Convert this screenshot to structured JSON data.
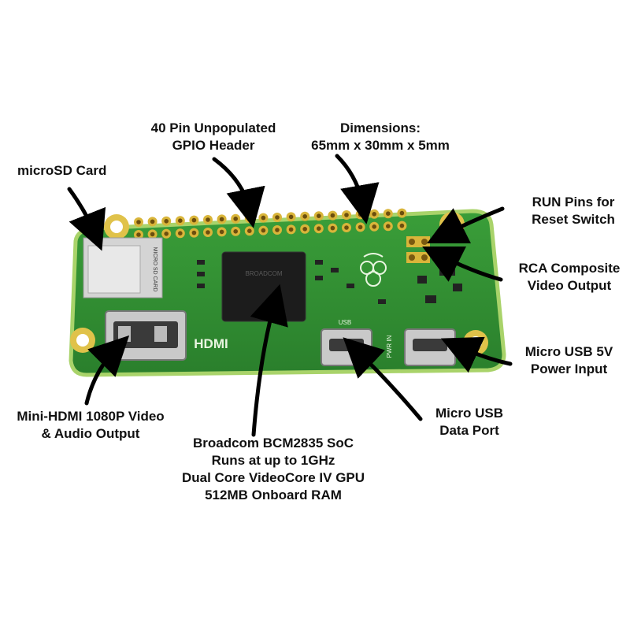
{
  "labels": {
    "microsd": [
      "microSD Card"
    ],
    "gpio": [
      "40 Pin Unpopulated",
      "GPIO Header"
    ],
    "dimensions": [
      "Dimensions:",
      "65mm x 30mm x 5mm"
    ],
    "run_pins": [
      "RUN Pins for",
      "Reset Switch"
    ],
    "rca": [
      "RCA Composite",
      "Video Output"
    ],
    "power": [
      "Micro USB 5V",
      "Power Input"
    ],
    "data_port": [
      "Micro USB",
      "Data Port"
    ],
    "soc": [
      "Broadcom BCM2835 SoC",
      "Runs at up to 1GHz",
      "Dual Core VideoCore IV GPU",
      "512MB Onboard RAM"
    ],
    "hdmi": [
      "Mini-HDMI 1080P Video",
      "& Audio Output"
    ]
  },
  "board_silkscreen": {
    "hdmi": "HDMI",
    "sd_text": "MICRO SD CARD",
    "usb": "USB",
    "pwr": "PWR IN"
  },
  "colors": {
    "pcb_green": "#2e8b2e",
    "pcb_edge": "#1f6d22",
    "gold": "#c9a227",
    "chip": "#1c1c1c",
    "metal": "#c8c8c8"
  }
}
